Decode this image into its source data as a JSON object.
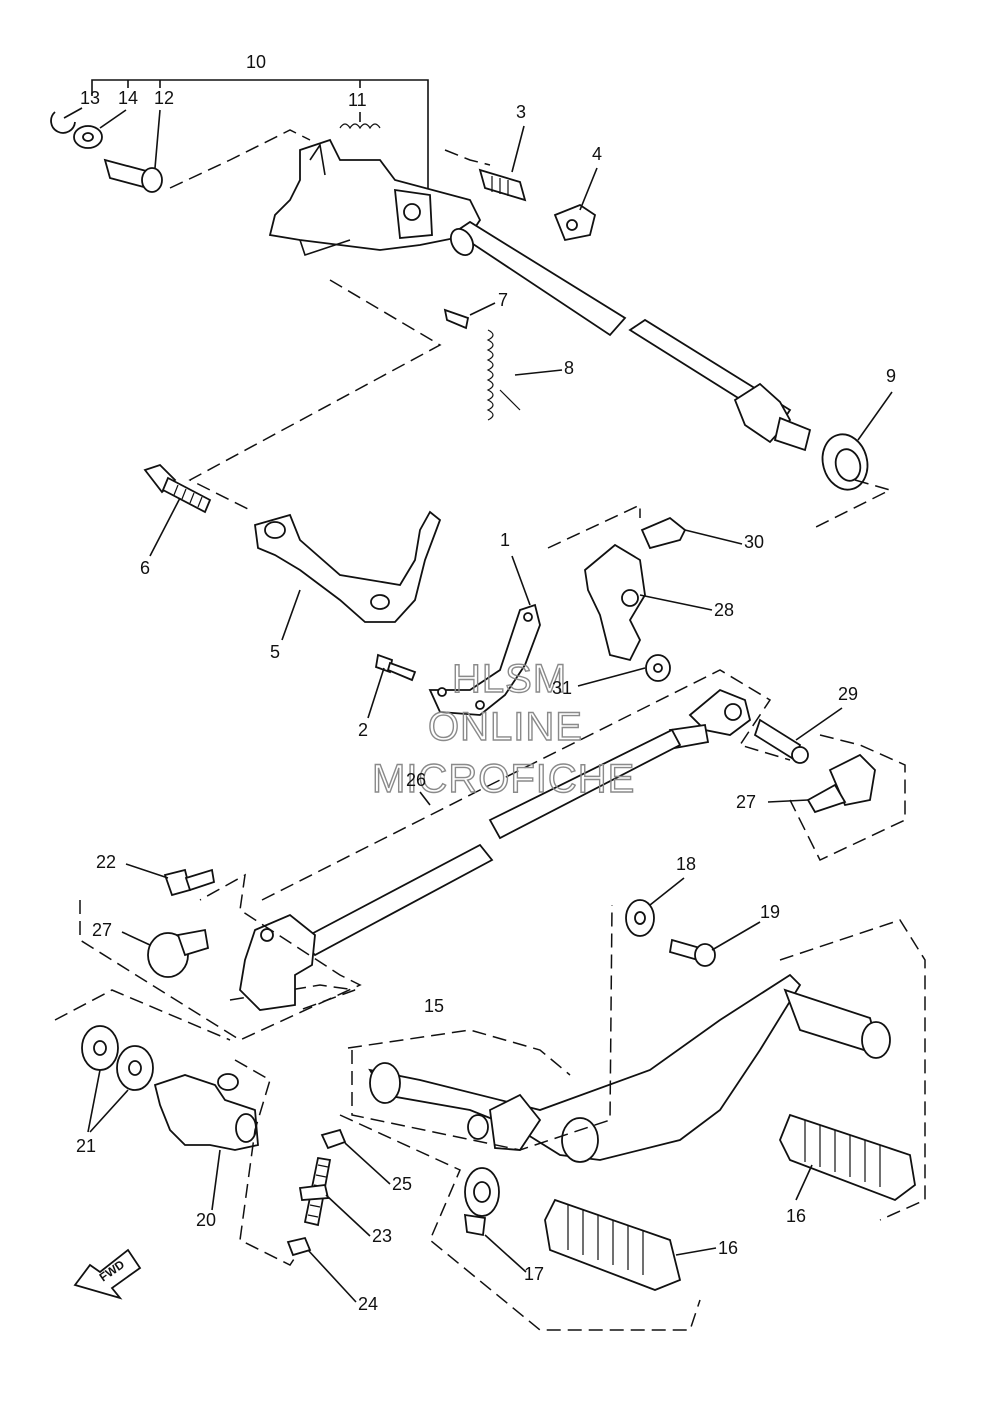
{
  "watermark": {
    "line1": "HLSM",
    "line2": "ONLINE",
    "line3": "MICROFICHE"
  },
  "fwd_label": "FWD",
  "parts": [
    {
      "id": "1",
      "name": "shift-arm-plate"
    },
    {
      "id": "2",
      "name": "screw"
    },
    {
      "id": "3",
      "name": "stopper-bolt"
    },
    {
      "id": "4",
      "name": "plate-washer"
    },
    {
      "id": "5",
      "name": "stopper-lever"
    },
    {
      "id": "6",
      "name": "flange-bolt"
    },
    {
      "id": "7",
      "name": "spring-pin"
    },
    {
      "id": "8",
      "name": "return-spring"
    },
    {
      "id": "9",
      "name": "oil-seal"
    },
    {
      "id": "10",
      "name": "shift-shaft-assembly"
    },
    {
      "id": "11",
      "name": "spring"
    },
    {
      "id": "12",
      "name": "collar"
    },
    {
      "id": "13",
      "name": "circlip"
    },
    {
      "id": "14",
      "name": "washer"
    },
    {
      "id": "15",
      "name": "shift-pedal"
    },
    {
      "id": "16",
      "name": "pedal-rubber"
    },
    {
      "id": "17",
      "name": "rod-end"
    },
    {
      "id": "18",
      "name": "washer"
    },
    {
      "id": "19",
      "name": "bolt"
    },
    {
      "id": "20",
      "name": "shift-pedal-shaft"
    },
    {
      "id": "21",
      "name": "washers"
    },
    {
      "id": "22",
      "name": "bolt"
    },
    {
      "id": "23",
      "name": "adjust-screw"
    },
    {
      "id": "24",
      "name": "nut"
    },
    {
      "id": "25",
      "name": "nut"
    },
    {
      "id": "26",
      "name": "shift-rod"
    },
    {
      "id": "27",
      "name": "cover"
    },
    {
      "id": "28",
      "name": "shift-arm"
    },
    {
      "id": "29",
      "name": "bolt"
    },
    {
      "id": "30",
      "name": "bolt"
    },
    {
      "id": "31",
      "name": "washer"
    }
  ]
}
